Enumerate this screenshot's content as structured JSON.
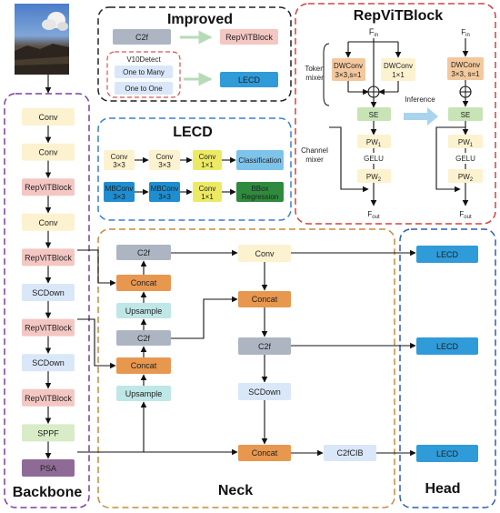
{
  "colors": {
    "conv": "#fdf2cf",
    "repvit": "#f4c7c3",
    "scdown": "#d9e7f8",
    "sppf": "#d7ecc7",
    "psa": "#8e6b96",
    "c2f": "#aeb5c2",
    "concat": "#e8974f",
    "upsample": "#bfe7e7",
    "lecd": "#2f9bd8",
    "yellow": "#ecea65",
    "blue": "#1e8ed0",
    "green": "#2e8b3e",
    "classification": "#7ec3ea",
    "dwconv": "#f3c89d",
    "se": "#c8e3b5",
    "pw": "#fdf2cf"
  },
  "backbone": {
    "title": "Backbone",
    "blocks": [
      "Conv",
      "Conv",
      "RepViTBlock",
      "Conv",
      "RepViTBlock",
      "SCDown",
      "RepViTBlock",
      "SCDown",
      "RepViTBlock",
      "SPPF",
      "PSA"
    ]
  },
  "improved": {
    "title": "Improved",
    "c2f": "C2f",
    "repvit": "RepViTBlock",
    "v10detect": "V10Detect",
    "one_to_many": "One to Many",
    "one_to_one": "One to One",
    "lecd": "LECD"
  },
  "lecd_panel": {
    "title": "LECD",
    "row1": [
      {
        "line1": "Conv",
        "line2": "3×3"
      },
      {
        "line1": "Conv",
        "line2": "3×3"
      },
      {
        "line1": "Conv",
        "line2": "1×1"
      },
      {
        "line1": "Classification",
        "line2": ""
      }
    ],
    "row2": [
      {
        "line1": "MBConv",
        "line2": "3×3"
      },
      {
        "line1": "MBConv",
        "line2": "3×3"
      },
      {
        "line1": "Conv",
        "line2": "1×1"
      },
      {
        "line1": "BBox",
        "line2": "Regression"
      }
    ]
  },
  "repvit_panel": {
    "title": "RepViTBlock",
    "f_in": "F",
    "f_in_sub": "in",
    "f_out": "F",
    "f_out_sub": "out",
    "dwconv3_line1": "DWConv",
    "dwconv3_line2": "3×3,s=1",
    "dwconv1_line1": "DWConv",
    "dwconv1_line2": "1×1",
    "token_mixer_line1": "Token",
    "token_mixer_line2": "mixer",
    "channel_mixer_line1": "Channel",
    "channel_mixer_line2": "mixer",
    "se": "SE",
    "pw": "PW",
    "pw1_sub": "1",
    "pw2_sub": "2",
    "gelu": "GELU",
    "inference": "Inference",
    "right_dwconv_line1": "DWConv",
    "right_dwconv_line2": "3×3,  s=1"
  },
  "neck": {
    "title": "Neck",
    "c2f": "C2f",
    "concat": "Concat",
    "upsample": "Upsample",
    "conv": "Conv",
    "scdown": "SCDown",
    "c2fcib": "C2fCIB"
  },
  "head": {
    "title": "Head",
    "lecd": "LECD"
  }
}
